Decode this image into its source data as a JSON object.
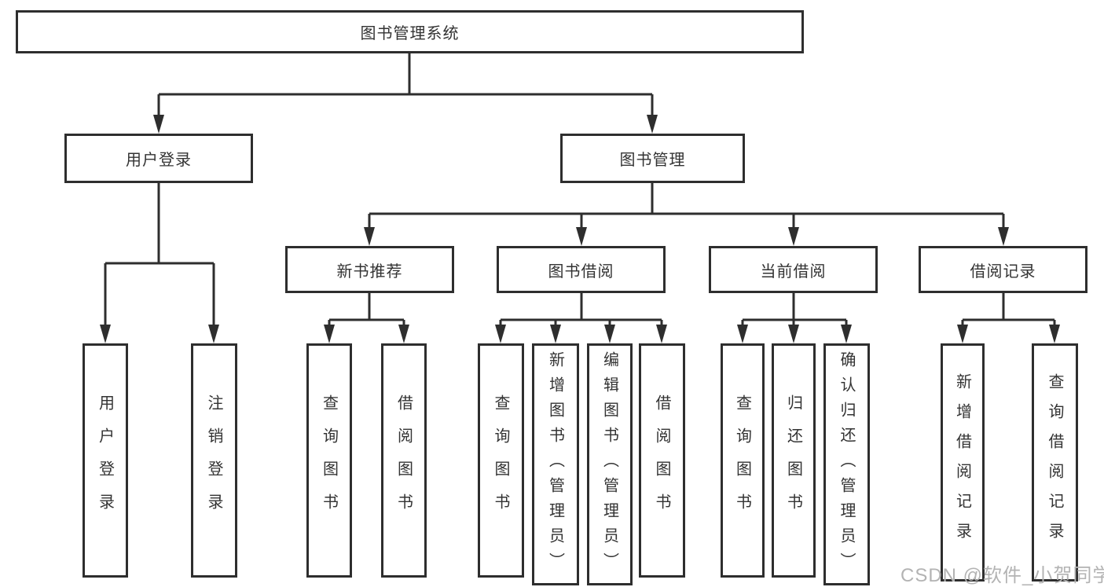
{
  "diagram": {
    "title_node": "图书管理系统",
    "level2": {
      "user_login": "用户登录",
      "book_mgmt": "图书管理"
    },
    "level3": {
      "new_book_rec": "新书推荐",
      "book_borrow": "图书借阅",
      "current_borrow": "当前借阅",
      "borrow_records": "借阅记录"
    },
    "leaves": {
      "user_login": "用户登录",
      "logout": "注销登录",
      "rec_query_book": "查询图书",
      "rec_borrow_book": "借阅图书",
      "bb_query_book": "查询图书",
      "bb_add_book": "新增图书（管理员）",
      "bb_edit_book": "编辑图书（管理员）",
      "bb_borrow_book": "借阅图书",
      "cb_query_book": "查询图书",
      "cb_return_book": "归还图书",
      "cb_confirm_return": "确认归还（管理员）",
      "br_add_record": "新增借阅记录",
      "br_query_record": "查询借阅记录"
    }
  },
  "watermark": "CSDN @软件_小贺同学",
  "colors": {
    "line": "#2e2e2e",
    "text": "#333333",
    "watermark": "#b3b3b3",
    "background": "#ffffff"
  }
}
